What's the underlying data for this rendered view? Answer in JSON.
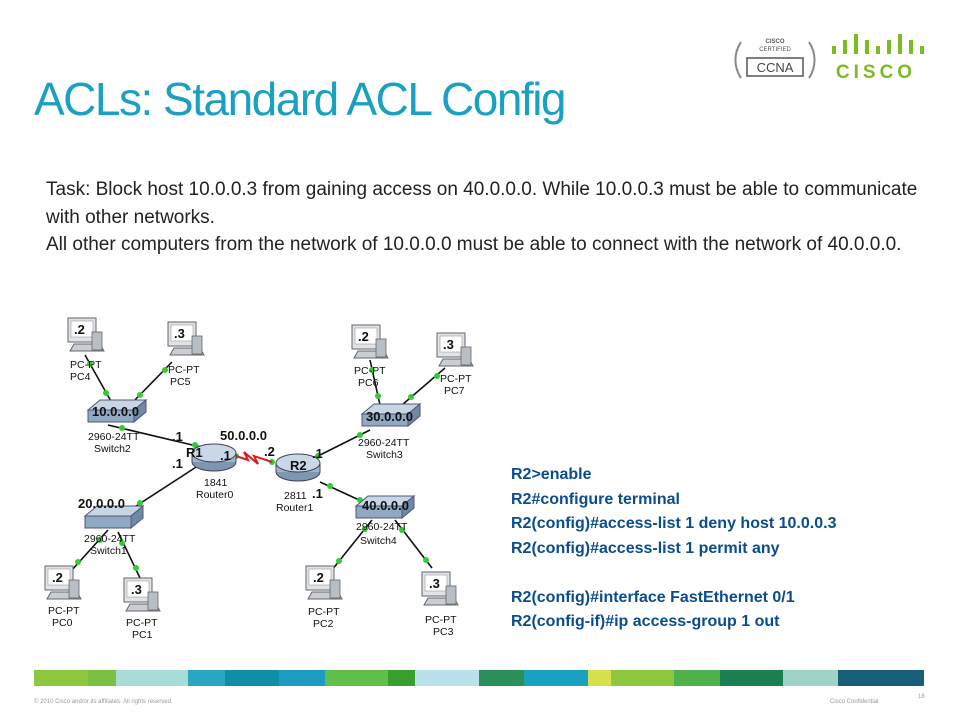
{
  "slide": {
    "title": "ACLs: Standard ACL Config",
    "task_lines": [
      "Task: Block host 10.0.0.3 from gaining access on 40.0.0.0.  While 10.0.0.3 must be able to communicate with other networks.",
      "All other computers from the network of 10.0.0.0 must be able to connect with the network of 40.0.0.0."
    ],
    "commands": [
      "R2>enable",
      "R2#configure terminal",
      "R2(config)#access-list 1 deny host 10.0.0.3",
      "R2(config)#access-list 1 permit any",
      "",
      "R2(config)#interface FastEthernet 0/1",
      "R2(config-if)#ip access-group 1 out"
    ],
    "badge": {
      "line1": "CISCO",
      "line2": "CERTIFIED",
      "line3": "CCNA"
    },
    "logo_text": "CISCO",
    "footer_left": "© 2010 Cisco and/or its affiliates. All rights reserved.",
    "footer_right": "Cisco Confidential",
    "page_number": "18",
    "colors": {
      "title": "#1aa0c0",
      "commands": "#0a4d8c",
      "link_green": "#33cc33",
      "serial_red": "#d42020",
      "cisco_green": "#7bbc22"
    },
    "footer_strip_colors": [
      "#8dc63f",
      "#7ac143",
      "#a8dcd8",
      "#2aa7c0",
      "#0f8ea6",
      "#1d9bc0",
      "#5fbf4a",
      "#3a9e2f",
      "#b9e1ec",
      "#2c8f5a",
      "#1aa0c0",
      "#d6e04a",
      "#8dc63f",
      "#4fb14a",
      "#1b7f52",
      "#9fd3c7",
      "#1a5f7a"
    ]
  },
  "diagram": {
    "pcs": {
      "pc4": {
        "ip": ".2",
        "type": "PC-PT",
        "name": "PC4"
      },
      "pc5": {
        "ip": ".3",
        "type": "PC-PT",
        "name": "PC5"
      },
      "pc6": {
        "ip": ".2",
        "type": "PC-PT",
        "name": "PC6"
      },
      "pc7": {
        "ip": ".3",
        "type": "PC-PT",
        "name": "PC7"
      },
      "pc0": {
        "ip": ".2",
        "type": "PC-PT",
        "name": "PC0"
      },
      "pc1": {
        "ip": ".3",
        "type": "PC-PT",
        "name": "PC1"
      },
      "pc2": {
        "ip": ".2",
        "type": "PC-PT",
        "name": "PC2"
      },
      "pc3": {
        "ip": ".3",
        "type": "PC-PT",
        "name": "PC3"
      }
    },
    "switches": {
      "switch2": {
        "network": "10.0.0.0",
        "model": "2960-24TT",
        "name": "Switch2"
      },
      "switch3": {
        "network": "30.0.0.0",
        "model": "2960-24TT",
        "name": "Switch3"
      },
      "switch1": {
        "network": "20.0.0.0",
        "model": "2960-24TT",
        "name": "Switch1"
      },
      "switch4": {
        "network": "40.0.0.0",
        "model": "2960-24TT",
        "name": "Switch4"
      }
    },
    "routers": {
      "router0": {
        "label": "R1",
        "model": "1841",
        "name": "Router0"
      },
      "router1": {
        "label": "R2",
        "model": "2811",
        "name": "Router1"
      }
    },
    "serial_network": "50.0.0.0",
    "interface_labels": {
      "r1_top": ".1",
      "r1_bottom": ".1",
      "r1_serial": ".1",
      "r2_serial": ".2",
      "r2_top": ".1",
      "r2_bottom": ".1"
    }
  }
}
